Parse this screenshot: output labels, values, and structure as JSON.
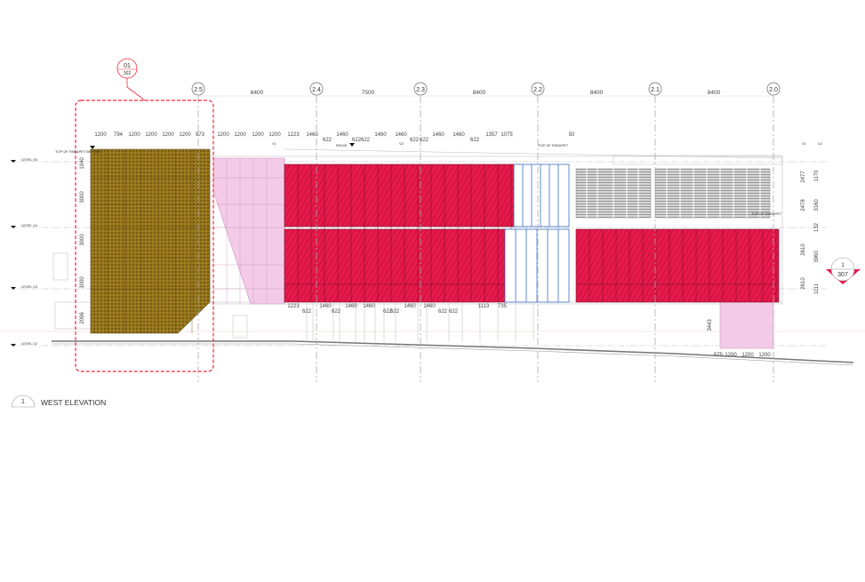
{
  "title": "WEST ELEVATION",
  "title_number": "1",
  "callout": {
    "number": "01",
    "sheet": "302"
  },
  "section_marker": {
    "number": "1",
    "sheet": "307"
  },
  "grid_lines": [
    "2.5",
    "2.4",
    "2.3",
    "2.2",
    "2.1",
    "2.0"
  ],
  "bay_dims": [
    "8400",
    "7500",
    "8400",
    "8400",
    "8400"
  ],
  "top_dims": [
    "1200",
    "794",
    "1200",
    "1200",
    "1200",
    "1200",
    "973",
    "1200",
    "1200",
    "1200",
    "1200",
    "1223",
    "1460",
    "622",
    "1460",
    "622",
    "622",
    "1460",
    "1460",
    "622",
    "622",
    "1460",
    "1460",
    "622",
    "1357",
    "1075",
    "50"
  ],
  "bottom_dims": [
    "1223",
    "622",
    "1460",
    "622",
    "1460",
    "1460",
    "622",
    "622",
    "1460",
    "1460",
    "622",
    "622",
    "1113",
    "735"
  ],
  "levels": [
    "LEVEL 05",
    "LEVEL 04",
    "LEVEL 03",
    "LEVEL 02"
  ],
  "left_vertical_dims": [
    "1940",
    "3000",
    "3000",
    "3000",
    "2096"
  ],
  "right_dims_v1": [
    "2477",
    "2478",
    "2610",
    "2610"
  ],
  "right_dims_v2": [
    "1170",
    "3160",
    "132",
    "3960",
    "1111"
  ],
  "lower_right_dims": [
    "3443",
    "575",
    "1200",
    "1200",
    "1200"
  ],
  "annotations": {
    "parapet_beyond": "TOP OF PARAPET BEYOND",
    "ridge": "RIDGE",
    "top_of_parapet_1": "TOP OF PARAPET",
    "top_of_parapet_2": "TOP OF PARAPET",
    "v1": "V1",
    "v2": "V2",
    "v1_right": "V1",
    "v2_right": "V2"
  },
  "colors": {
    "cladding_bronze": "#9c7b1f",
    "feature_red": "#e8194c",
    "glazing_pink": "#f3cbe9",
    "glazing_blue": "#3a6fc4",
    "markup_red": "#ee2a3f"
  }
}
